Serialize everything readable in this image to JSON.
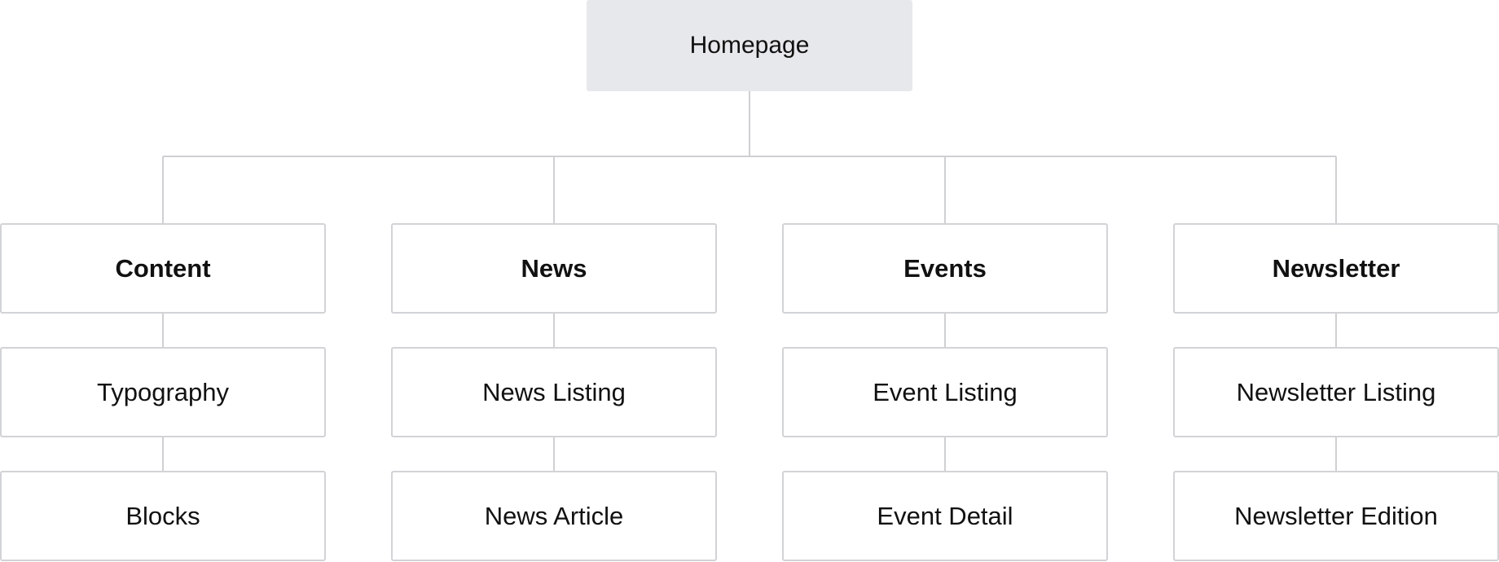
{
  "root": {
    "label": "Homepage"
  },
  "sections": [
    {
      "label": "Content",
      "pages": [
        "Typography",
        "Blocks"
      ]
    },
    {
      "label": "News",
      "pages": [
        "News Listing",
        "News Article"
      ]
    },
    {
      "label": "Events",
      "pages": [
        "Event Listing",
        "Event Detail"
      ]
    },
    {
      "label": "Newsletter",
      "pages": [
        "Newsletter Listing",
        "Newsletter Edition"
      ]
    }
  ]
}
